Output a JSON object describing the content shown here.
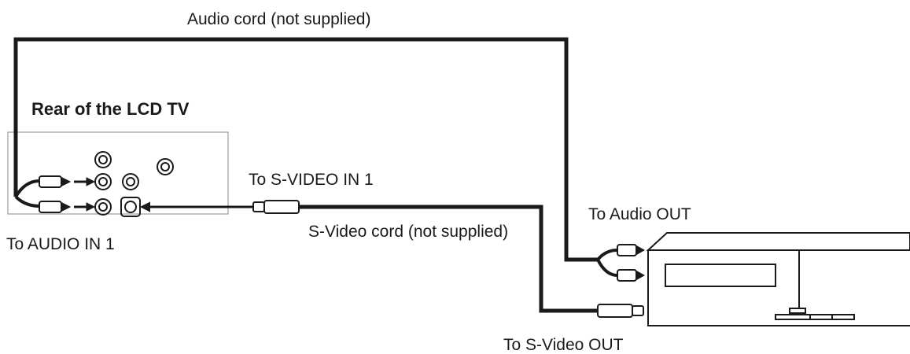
{
  "labels": {
    "audio_cord": "Audio cord (not supplied)",
    "rear_of_tv": "Rear of the LCD TV",
    "to_svideo_in": "To S-VIDEO IN 1",
    "to_audio_out": "To Audio OUT",
    "svideo_cord": "S-Video cord (not supplied)",
    "to_audio_in": "To AUDIO IN 1",
    "to_svideo_out": "To S-Video OUT"
  },
  "colors": {
    "line": "#1a1a1a",
    "panel": "#888888",
    "background": "#ffffff"
  }
}
